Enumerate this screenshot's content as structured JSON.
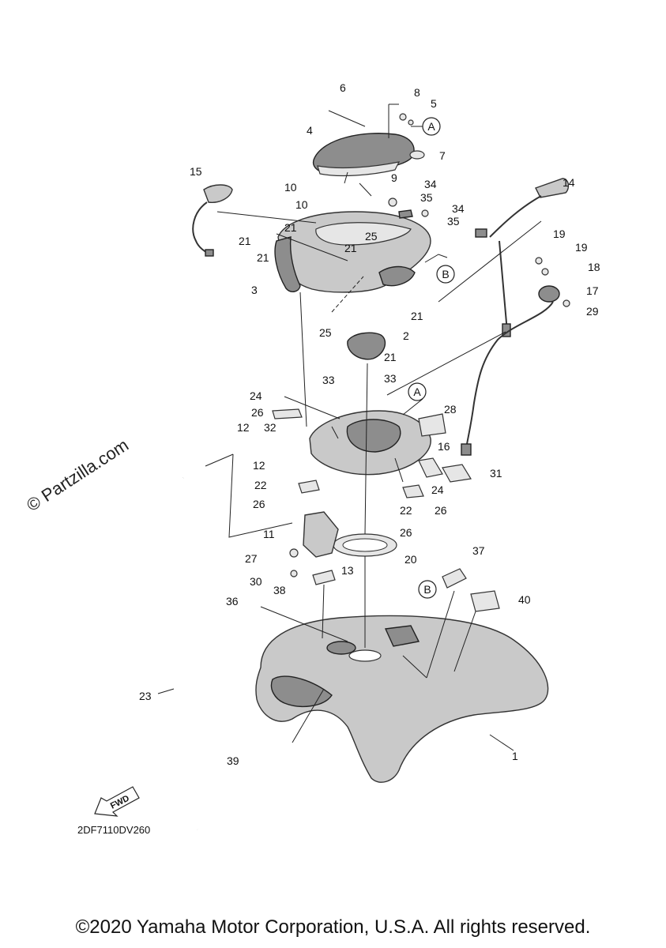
{
  "diagram": {
    "watermark": "© Partzilla.com",
    "diagram_code": "2DF7110DV260",
    "fwd_label": "FWD",
    "callouts": [
      "1",
      "2",
      "3",
      "4",
      "5",
      "6",
      "7",
      "8",
      "9",
      "10",
      "10",
      "11",
      "12",
      "12",
      "13",
      "14",
      "15",
      "16",
      "17",
      "18",
      "19",
      "19",
      "20",
      "21",
      "21",
      "21",
      "21",
      "21",
      "21",
      "22",
      "22",
      "23",
      "24",
      "24",
      "25",
      "25",
      "26",
      "26",
      "26",
      "26",
      "27",
      "28",
      "29",
      "30",
      "31",
      "32",
      "33",
      "33",
      "34",
      "34",
      "35",
      "35",
      "36",
      "37",
      "38",
      "39",
      "40"
    ],
    "refs": [
      "A",
      "A",
      "B",
      "B"
    ]
  },
  "footer": {
    "copyright": "©2020 Yamaha Motor Corporation, U.S.A. All rights reserved."
  }
}
